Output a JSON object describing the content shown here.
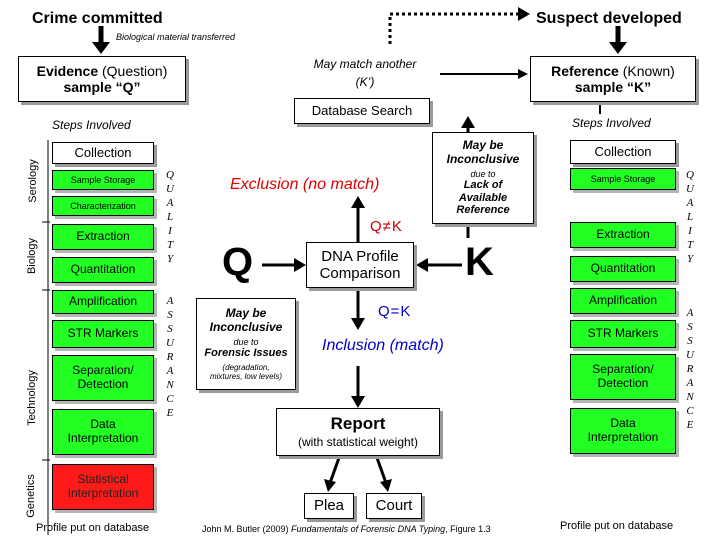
{
  "top": {
    "crime_committed": "Crime committed",
    "suspect_developed": "Suspect developed",
    "bio_transfer": "Biological material transferred"
  },
  "evidence": {
    "title_bold": "Evidence",
    "title_rest": " (Question)",
    "line2": "sample “Q”"
  },
  "reference": {
    "title_bold": "Reference",
    "title_rest": " (Known)",
    "line2": "sample “K”"
  },
  "may_match": {
    "line1": "May match another",
    "line2": "(K’)"
  },
  "database_search": "Database Search",
  "left_column": {
    "steps_label": "Steps Involved",
    "collection": "Collection",
    "sample_storage": "Sample Storage",
    "characterization": "Characterization",
    "extraction": "Extraction",
    "quantitation": "Quantitation",
    "amplification": "Amplification",
    "str_markers": "STR Markers",
    "separation_1": "Separation/",
    "separation_2": "Detection",
    "data_interp_1": "Data",
    "data_interp_2": "Interpretation",
    "stat_interp_1": "Statistical",
    "stat_interp_2": "Interpretation",
    "footer": "Profile put on database"
  },
  "right_column": {
    "steps_label": "Steps Involved",
    "collection": "Collection",
    "sample_storage": "Sample Storage",
    "extraction": "Extraction",
    "quantitation": "Quantitation",
    "amplification": "Amplification",
    "str_markers": "STR Markers",
    "separation_1": "Separation/",
    "separation_2": "Detection",
    "data_interp_1": "Data",
    "data_interp_2": "Interpretation",
    "footer": "Profile put on database"
  },
  "side_labels": {
    "serology": "Serology",
    "biology": "Biology",
    "technology": "Technology",
    "genetics": "Genetics"
  },
  "quality": "QUALITY",
  "assurance": "ASSURANCE",
  "center": {
    "exclusion": "Exclusion (no match)",
    "q_neq_k": "Q≠K",
    "q": "Q",
    "k": "K",
    "dna_compare_1": "DNA Profile",
    "dna_compare_2": "Comparison",
    "q_eq_k": "Q=K",
    "inclusion": "Inclusion (match)",
    "report": "Report",
    "report_sub": "(with statistical weight)",
    "plea": "Plea",
    "court": "Court"
  },
  "inconclusive_right": {
    "line1": "May be",
    "line2": "Inconclusive",
    "due_to": "due to",
    "reason1": "Lack of",
    "reason2": "Available",
    "reason3": "Reference"
  },
  "inconclusive_left": {
    "line1": "May be",
    "line2": "Inconclusive",
    "due_to": "due to",
    "reason": "Forensic Issues",
    "detail1": "(degradation,",
    "detail2": "mixtures, low levels)"
  },
  "citation": {
    "prefix": "John M. Butler (2009) ",
    "book": "Fundamentals of Forensic DNA Typing",
    "suffix": ", Figure 1.3"
  },
  "colors": {
    "green": "#22ff22",
    "red": "#ff1a1a",
    "shadow": "#9a9a9a"
  }
}
